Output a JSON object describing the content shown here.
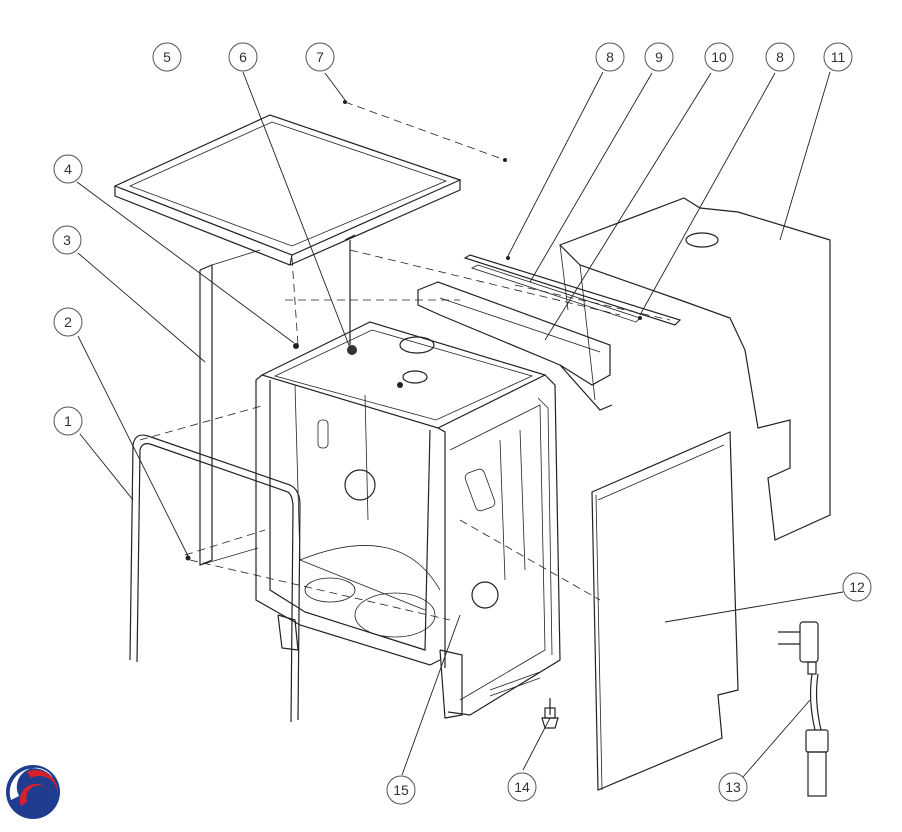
{
  "callouts": [
    {
      "label": "1"
    },
    {
      "label": "2"
    },
    {
      "label": "3"
    },
    {
      "label": "4"
    },
    {
      "label": "5"
    },
    {
      "label": "6"
    },
    {
      "label": "7"
    },
    {
      "label": "8"
    },
    {
      "label": "9"
    },
    {
      "label": "10"
    },
    {
      "label": "8"
    },
    {
      "label": "11"
    },
    {
      "label": "12"
    },
    {
      "label": "13"
    },
    {
      "label": "14"
    },
    {
      "label": "15"
    }
  ],
  "logo": {
    "name": "brand-logo",
    "colors": [
      "#1f3c8f",
      "#d9202a"
    ]
  }
}
